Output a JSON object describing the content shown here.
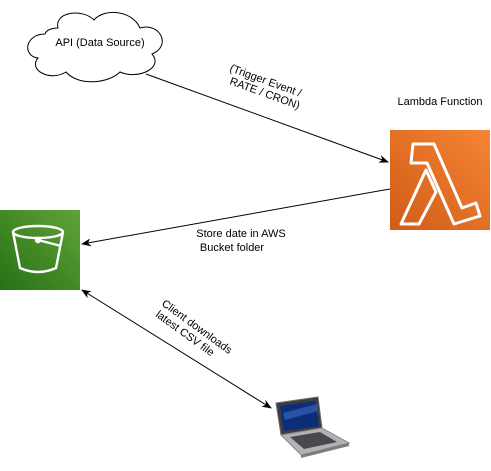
{
  "nodes": {
    "api": {
      "label": "API (Data Source)"
    },
    "lambda": {
      "label": "Lambda Function",
      "color_top": "#f58534",
      "color_bottom": "#d05c17",
      "icon": "lambda-icon"
    },
    "s3": {
      "color_top": "#60a337",
      "color_bottom": "#277116",
      "icon": "bucket-icon"
    },
    "client": {
      "icon": "laptop-icon"
    }
  },
  "edges": {
    "api_to_lambda": {
      "label_line1": "(Trigger Event /",
      "label_line2": "RATE / CRON)"
    },
    "lambda_to_s3": {
      "label_line1": "Store date in AWS",
      "label_line2": "Bucket folder"
    },
    "s3_client": {
      "label_line1": "Client downloads",
      "label_line2": "latest CSV file"
    }
  }
}
